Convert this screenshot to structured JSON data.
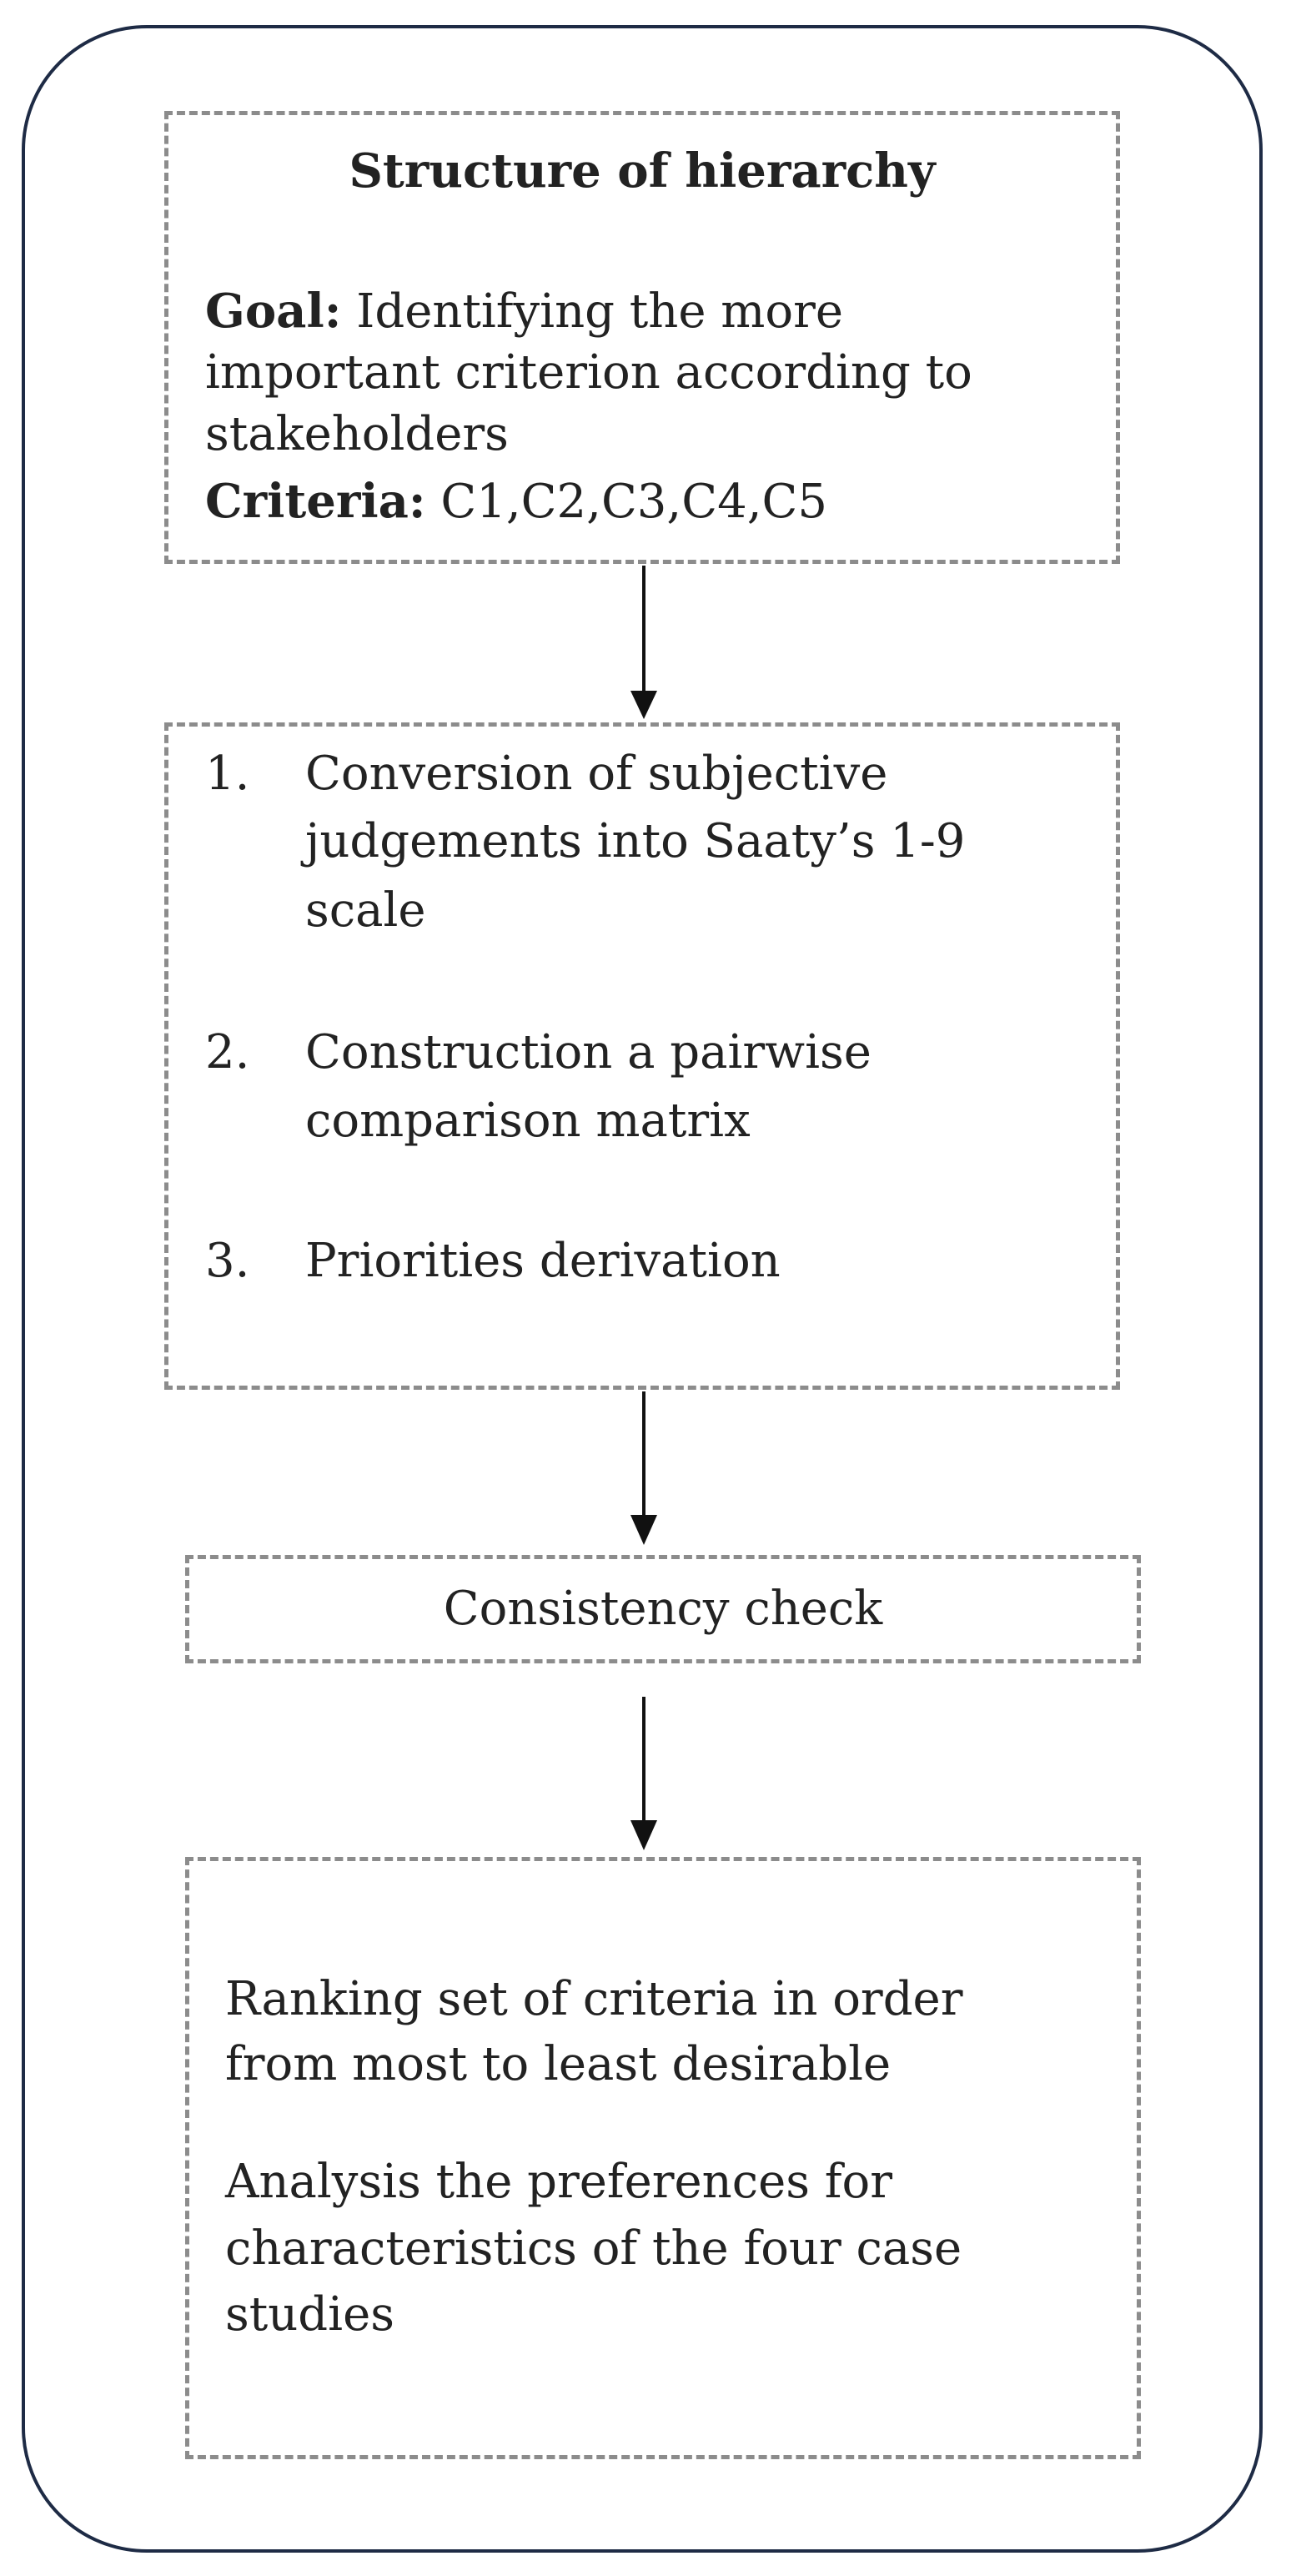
{
  "hierarchy": {
    "title": "Structure of hierarchy",
    "goal_label": "Goal:",
    "goal_lines": [
      "Identifying the more",
      "important criterion according to",
      "stakeholders"
    ],
    "criteria_label": "Criteria:",
    "criteria_value": "C1,C2,C3,C4,C5"
  },
  "steps": [
    {
      "num": "1.",
      "lines": [
        "Conversion of subjective",
        "judgements into Saaty’s 1-9",
        "scale"
      ]
    },
    {
      "num": "2.",
      "lines": [
        "Construction a pairwise",
        "comparison matrix"
      ]
    },
    {
      "num": "3.",
      "lines": [
        "Priorities derivation"
      ]
    }
  ],
  "consistency": {
    "label": "Consistency check"
  },
  "outcomes": {
    "ranking_lines": [
      "Ranking set of criteria in order",
      "from most to least desirable"
    ],
    "analysis_lines": [
      "Analysis the preferences for",
      "characteristics of the four case",
      "studies"
    ]
  },
  "colors": {
    "frame": "#1e2b45",
    "dashed_border": "#8c8c8c",
    "arrow": "#111111",
    "text": "#222222"
  }
}
